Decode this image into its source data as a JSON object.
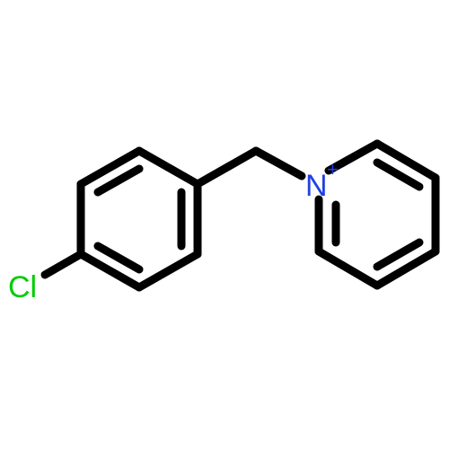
{
  "molecule": {
    "atoms": [
      {
        "id": "Cl",
        "symbol": "Cl",
        "charge": "",
        "color": "#00CC00"
      },
      {
        "id": "N",
        "symbol": "N",
        "charge": "+",
        "color": "#1F40E6"
      }
    ],
    "bond_color": "#000000"
  }
}
